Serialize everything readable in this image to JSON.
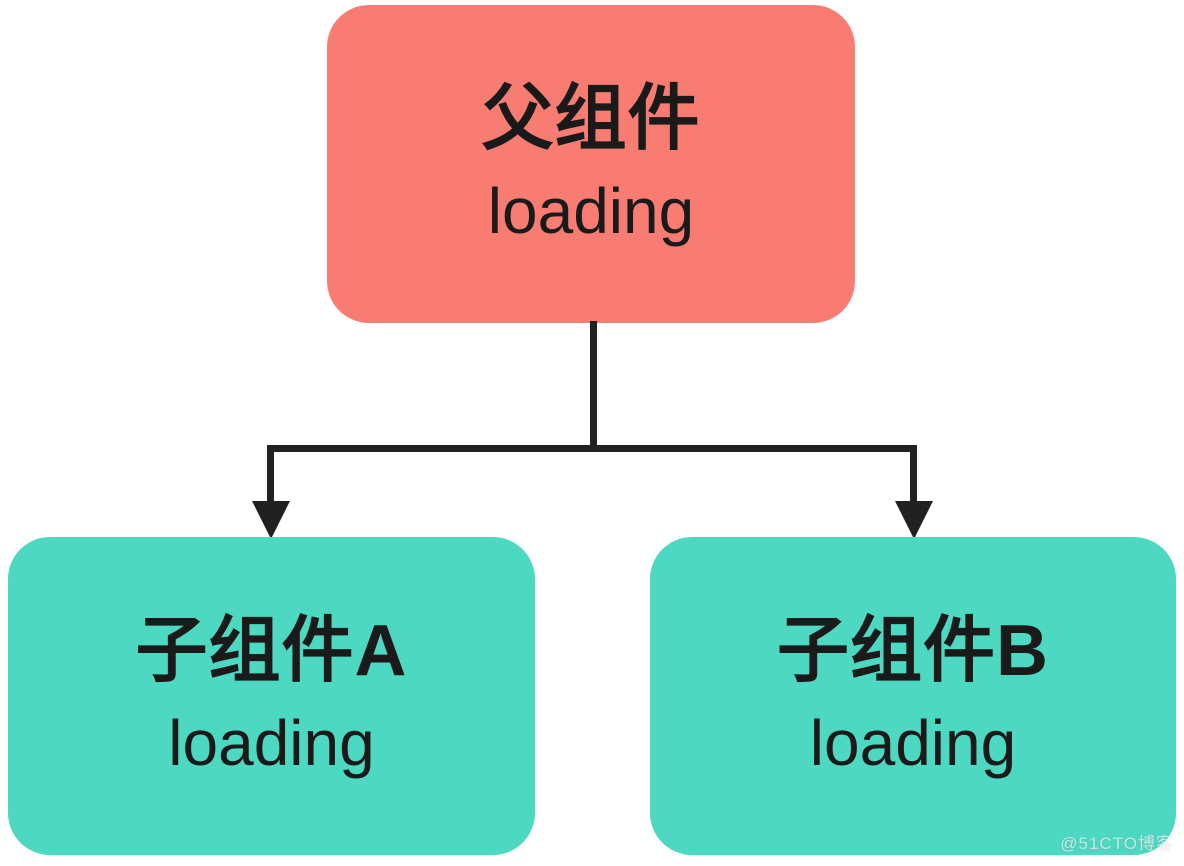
{
  "diagram": {
    "parent": {
      "title": "父组件",
      "subtitle": "loading"
    },
    "children": [
      {
        "title": "子组件A",
        "subtitle": "loading"
      },
      {
        "title": "子组件B",
        "subtitle": "loading"
      }
    ],
    "colors": {
      "parent_fill": "#F97C72",
      "child_fill": "#4DD8C2",
      "connector": "#212121",
      "text": "#1A1A1A"
    },
    "watermark": "@51CTO博客"
  }
}
